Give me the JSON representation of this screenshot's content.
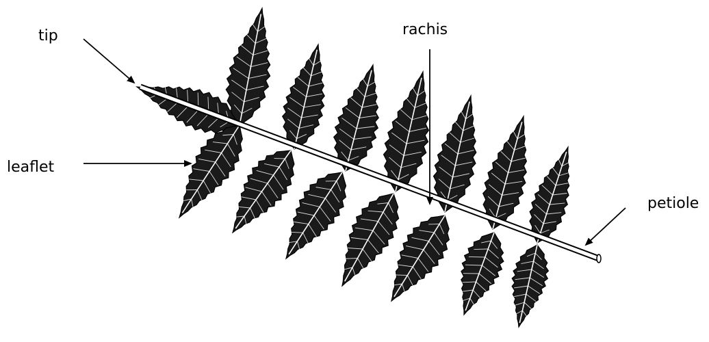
{
  "labels": {
    "tip": "tip",
    "rachis": "rachis",
    "leaflet": "leaflet",
    "petiole": "petiole"
  },
  "colors": {
    "ink": "#000000",
    "leaf_fill": "#1a1a1a",
    "vein": "#ffffff",
    "background": "#ffffff"
  }
}
